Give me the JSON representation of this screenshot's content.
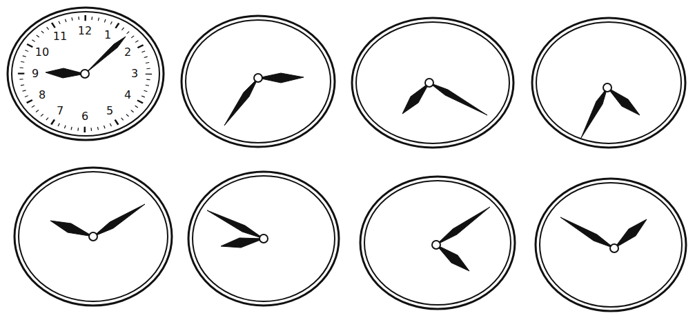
{
  "diagram": {
    "labels": [
      "12",
      "1",
      "2",
      "3",
      "4",
      "5",
      "6",
      "7",
      "8",
      "9",
      "10",
      "11"
    ]
  }
}
